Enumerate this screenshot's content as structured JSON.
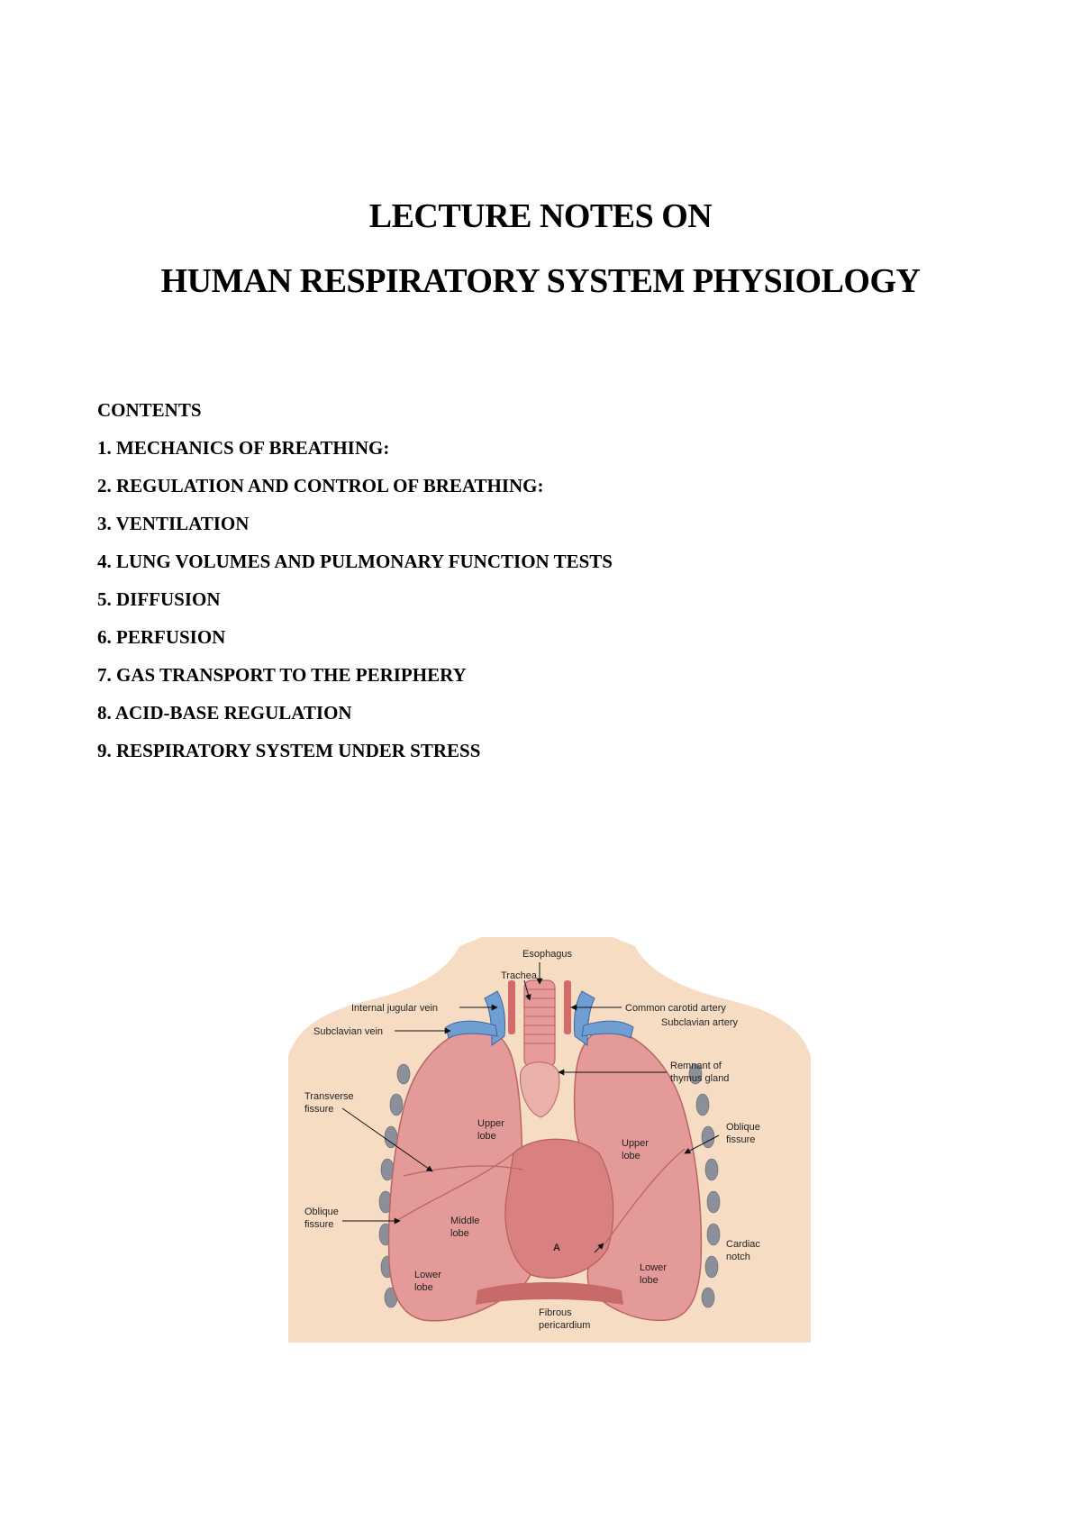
{
  "document": {
    "title_line1": "LECTURE NOTES ON",
    "title_line2": "HUMAN RESPIRATORY SYSTEM PHYSIOLOGY",
    "contents_heading": "CONTENTS",
    "contents_items": [
      "1. MECHANICS OF BREATHING:",
      "2. REGULATION AND CONTROL OF BREATHING:",
      "3. VENTILATION",
      "4. LUNG VOLUMES AND PULMONARY FUNCTION TESTS",
      "5. DIFFUSION",
      "6. PERFUSION",
      "7. GAS TRANSPORT TO THE PERIPHERY",
      "8. ACID-BASE REGULATION",
      "9. RESPIRATORY SYSTEM UNDER STRESS"
    ]
  },
  "figure": {
    "labels": {
      "esophagus": "Esophagus",
      "trachea": "Trachea",
      "internal_jugular_vein": "Internal jugular vein",
      "common_carotid_artery": "Common carotid artery",
      "subclavian_artery": "Subclavian artery",
      "subclavian_vein": "Subclavian vein",
      "remnant_thymus": [
        "Remnant of",
        "thymus gland"
      ],
      "transverse_fissure": [
        "Transverse",
        "fissure"
      ],
      "upper_lobe_left": [
        "Upper",
        "lobe"
      ],
      "upper_lobe_right": [
        "Upper",
        "lobe"
      ],
      "oblique_fissure_right": [
        "Oblique",
        "fissure"
      ],
      "oblique_fissure_left": [
        "Oblique",
        "fissure"
      ],
      "middle_lobe": [
        "Middle",
        "lobe"
      ],
      "cardiac_notch": [
        "Cardiac",
        "notch"
      ],
      "lower_lobe_left": [
        "Lower",
        "lobe"
      ],
      "lower_lobe_right": [
        "Lower",
        "lobe"
      ],
      "fibrous_pericardium": [
        "Fibrous",
        "pericardium"
      ],
      "apex_marker": "A"
    },
    "colors": {
      "skin": "#f7dcc4",
      "lung": "#e49a98",
      "lung_dark": "#c96e6e",
      "heart": "#d98080",
      "vein_blue": "#6f9ed3",
      "rib_gray": "#8a8f99"
    }
  }
}
